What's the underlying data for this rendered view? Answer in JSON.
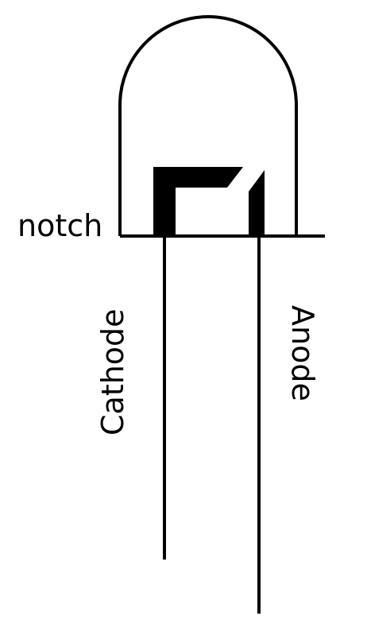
{
  "diagram": {
    "labels": {
      "notch": "notch",
      "cathode": "Cathode",
      "anode": "Anode"
    },
    "colors": {
      "line": "#000000",
      "background": "#ffffff"
    }
  }
}
